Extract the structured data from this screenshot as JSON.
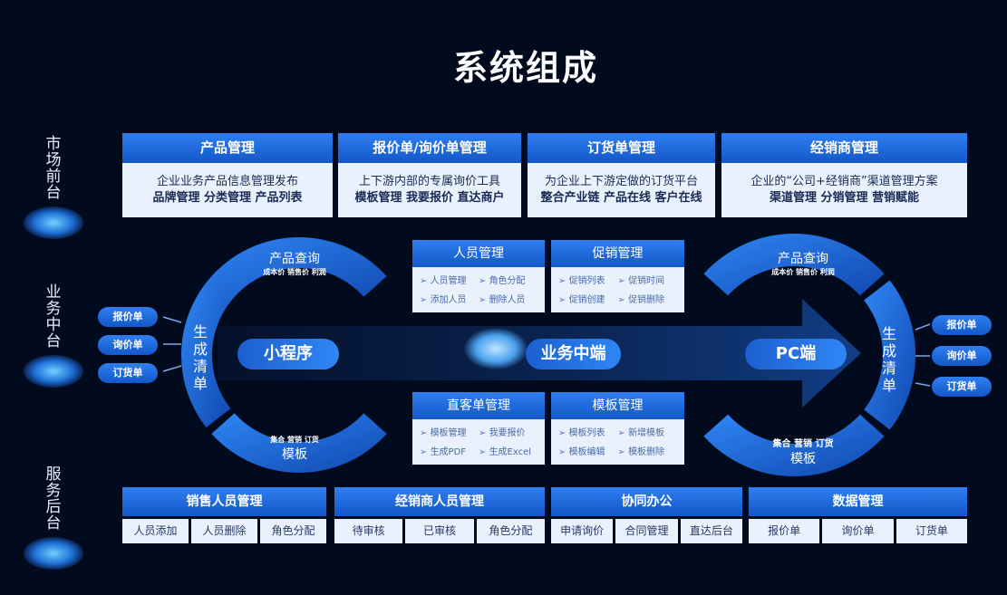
{
  "title": "系统组成",
  "sides": [
    "市场前台",
    "业务中台",
    "服务后台"
  ],
  "top": [
    {
      "title": "产品管理",
      "desc": "企业业务产品信息管理发布",
      "items": "品牌管理  分类管理  产品列表"
    },
    {
      "title": "报价单/询价单管理",
      "desc": "上下游内部的专属询价工具",
      "items": "模板管理  我要报价  直达商户"
    },
    {
      "title": "订货单管理",
      "desc": "为企业上下游定做的订货平台",
      "items": "整合产业链 产品在线 客户在线"
    },
    {
      "title": "经销商管理",
      "desc": "企业的“公司+经销商”渠道管理方案",
      "items": "渠道管理   分销管理   营销赋能"
    }
  ],
  "mid": [
    {
      "title": "人员管理",
      "items": [
        "人员管理",
        "角色分配",
        "添加人员",
        "删除人员"
      ]
    },
    {
      "title": "促销管理",
      "items": [
        "促销列表",
        "促销时间",
        "促销创建",
        "促销删除"
      ]
    },
    {
      "title": "直客单管理",
      "items": [
        "模板管理",
        "我要报价",
        "生成PDF",
        "生成Excel"
      ]
    },
    {
      "title": "模板管理",
      "items": [
        "模板列表",
        "新增模板",
        "模板编辑",
        "模板删除"
      ]
    }
  ],
  "bottom": [
    {
      "title": "销售人员管理",
      "items": [
        "人员添加",
        "人员删除",
        "角色分配"
      ]
    },
    {
      "title": "经销商人员管理",
      "items": [
        "待审核",
        "已审核",
        "角色分配"
      ]
    },
    {
      "title": "协同办公",
      "items": [
        "申请询价",
        "合同管理",
        "直达后台"
      ]
    },
    {
      "title": "数据管理",
      "items": [
        "报价单",
        "询价单",
        "订货单"
      ]
    }
  ],
  "left_ring": {
    "center": "小程序",
    "top": "产品查询",
    "top_sub": "成本价  销售价  利润",
    "side": "生成清单",
    "bottom_sub": "集合    营销    订货",
    "bottom": "模板"
  },
  "right_ring": {
    "center": "PC端",
    "top": "产品查询",
    "top_sub": "成本价 销售价 利润",
    "side": "生成清单",
    "bottom_sub": "集合   营销   订货",
    "bottom": "模板"
  },
  "middle_core": "业务中端",
  "outputs": [
    "报价单",
    "询价单",
    "订货单"
  ]
}
